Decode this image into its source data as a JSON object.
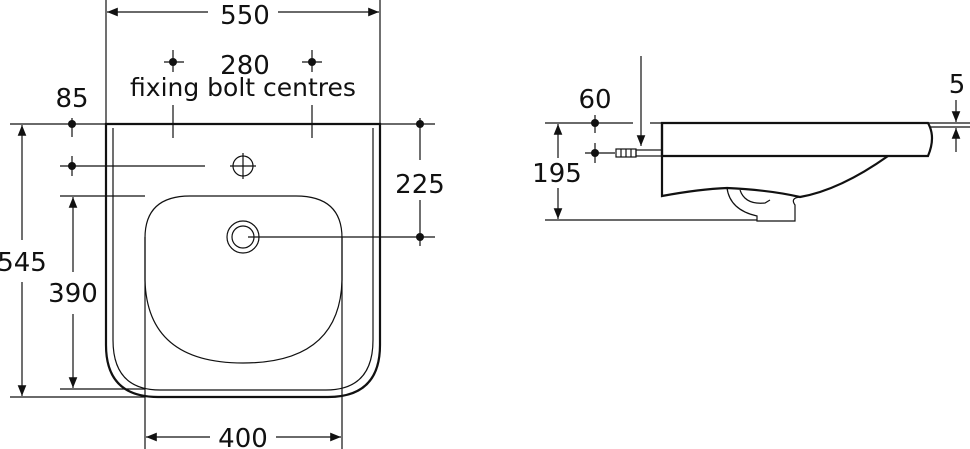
{
  "plan_view": {
    "overall_width": "550",
    "bolt_centres_value": "280",
    "bolt_centres_label": "fixing bolt centres",
    "bolt_height": "85",
    "waste_from_top": "225",
    "overall_depth": "545",
    "bowl_depth": "390",
    "bowl_width": "400"
  },
  "side_view": {
    "bolt_offset": "60",
    "overall_height": "195",
    "rim_drop": "5"
  },
  "colors": {
    "line": "#111111",
    "background": "#ffffff"
  }
}
